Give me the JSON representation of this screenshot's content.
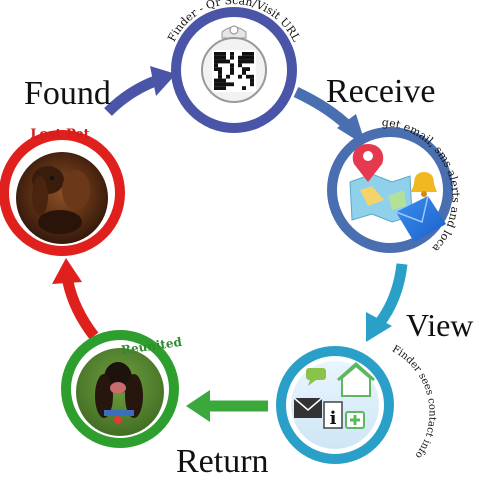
{
  "stages": {
    "found": {
      "title": "Found",
      "caption": "Lost Pet",
      "ring_color": "#e0201c",
      "caption_color": "#d81b1b"
    },
    "scan": {
      "caption": "Finder - Qr Scan/Visit URL",
      "ring_color": "#4a55a8"
    },
    "receive": {
      "title": "Receive",
      "caption": "You get email, sms alerts and location",
      "ring_color": "#4a6fb0"
    },
    "view": {
      "title": "View",
      "caption": "Finder sees contact info",
      "ring_color": "#2aa0c8"
    },
    "return": {
      "title": "Return",
      "caption": "Reunited",
      "ring_color": "#2e9e2e",
      "caption_color": "#2e8b2e"
    }
  },
  "arrows": {
    "found_to_scan": "#4a55a8",
    "scan_to_receive": "#4a6fb0",
    "receive_to_view": "#2aa0c8",
    "view_to_return": "#3aa83a",
    "return_to_found": "#e0201c"
  },
  "icons": [
    "qr-tag-icon",
    "map-pin-icon",
    "map-icon",
    "envelope-icon",
    "bell-icon",
    "info-icon",
    "house-icon",
    "medical-cross-icon",
    "chat-icon"
  ]
}
